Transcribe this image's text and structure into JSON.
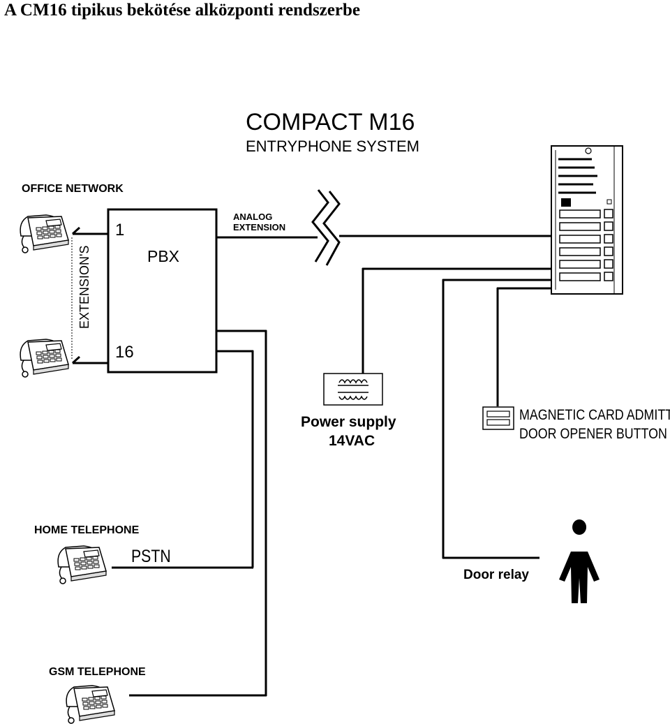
{
  "title": "A CM16 tipikus bekötése alközponti rendszerbe",
  "system": {
    "name": "COMPACT M16",
    "subtitle": "ENTRYPHONE SYSTEM"
  },
  "office_network": "OFFICE NETWORK",
  "analog_extension": {
    "line1": "ANALOG",
    "line2": "EXTENSION"
  },
  "pbx": {
    "label": "PBX",
    "port_first": "1",
    "port_last": "16"
  },
  "extensions_label": "EXTENSION'S",
  "power_supply": {
    "line1": "Power supply",
    "line2": "14VAC"
  },
  "admitter": {
    "line1": "MAGNETIC CARD ADMITTER",
    "line2": "DOOR OPENER BUTTON"
  },
  "home_telephone": "HOME TELEPHONE",
  "pstn": "PSTN",
  "door_relay": "Door relay",
  "gsm_telephone": "GSM TELEPHONE"
}
